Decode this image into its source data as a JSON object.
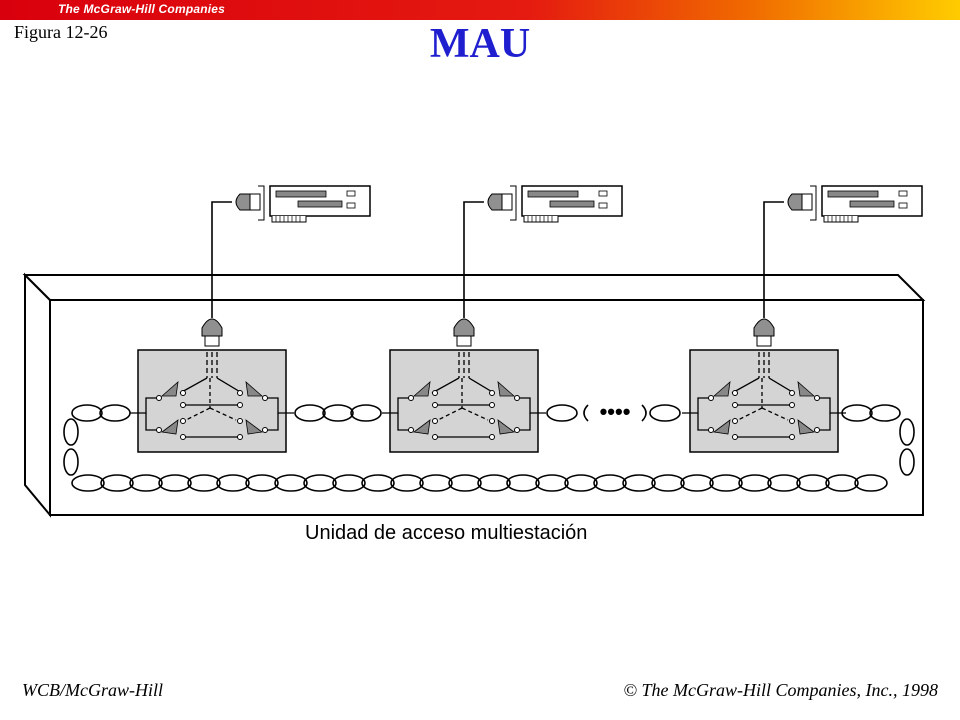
{
  "header": {
    "brand": "The McGraw-Hill Companies",
    "figure_label": "Figura 12-26",
    "title": "MAU"
  },
  "diagram": {
    "caption": "Unidad de acceso multiestación",
    "station_count": 3,
    "ellipsis": "••••"
  },
  "footer": {
    "left": "WCB/McGraw-Hill",
    "right": "© The McGraw-Hill Companies, Inc., 1998"
  },
  "colors": {
    "title": "#1f1fd0",
    "box_fill": "#d4d4d4",
    "connector_fill": "#909090",
    "brand_red": "#d9000d",
    "brand_yellow": "#ffcc00"
  }
}
